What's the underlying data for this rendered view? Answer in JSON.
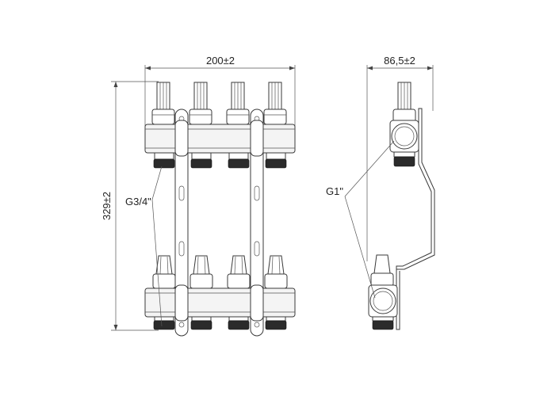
{
  "dimensions": {
    "width": "200±2",
    "height": "329±2",
    "depth": "86,5±2"
  },
  "callouts": {
    "outlet_thread": "G3/4\"",
    "main_thread": "G1\""
  },
  "colors": {
    "line": "#3a3a3a",
    "thread": "#2b2b2b",
    "background": "#ffffff"
  }
}
